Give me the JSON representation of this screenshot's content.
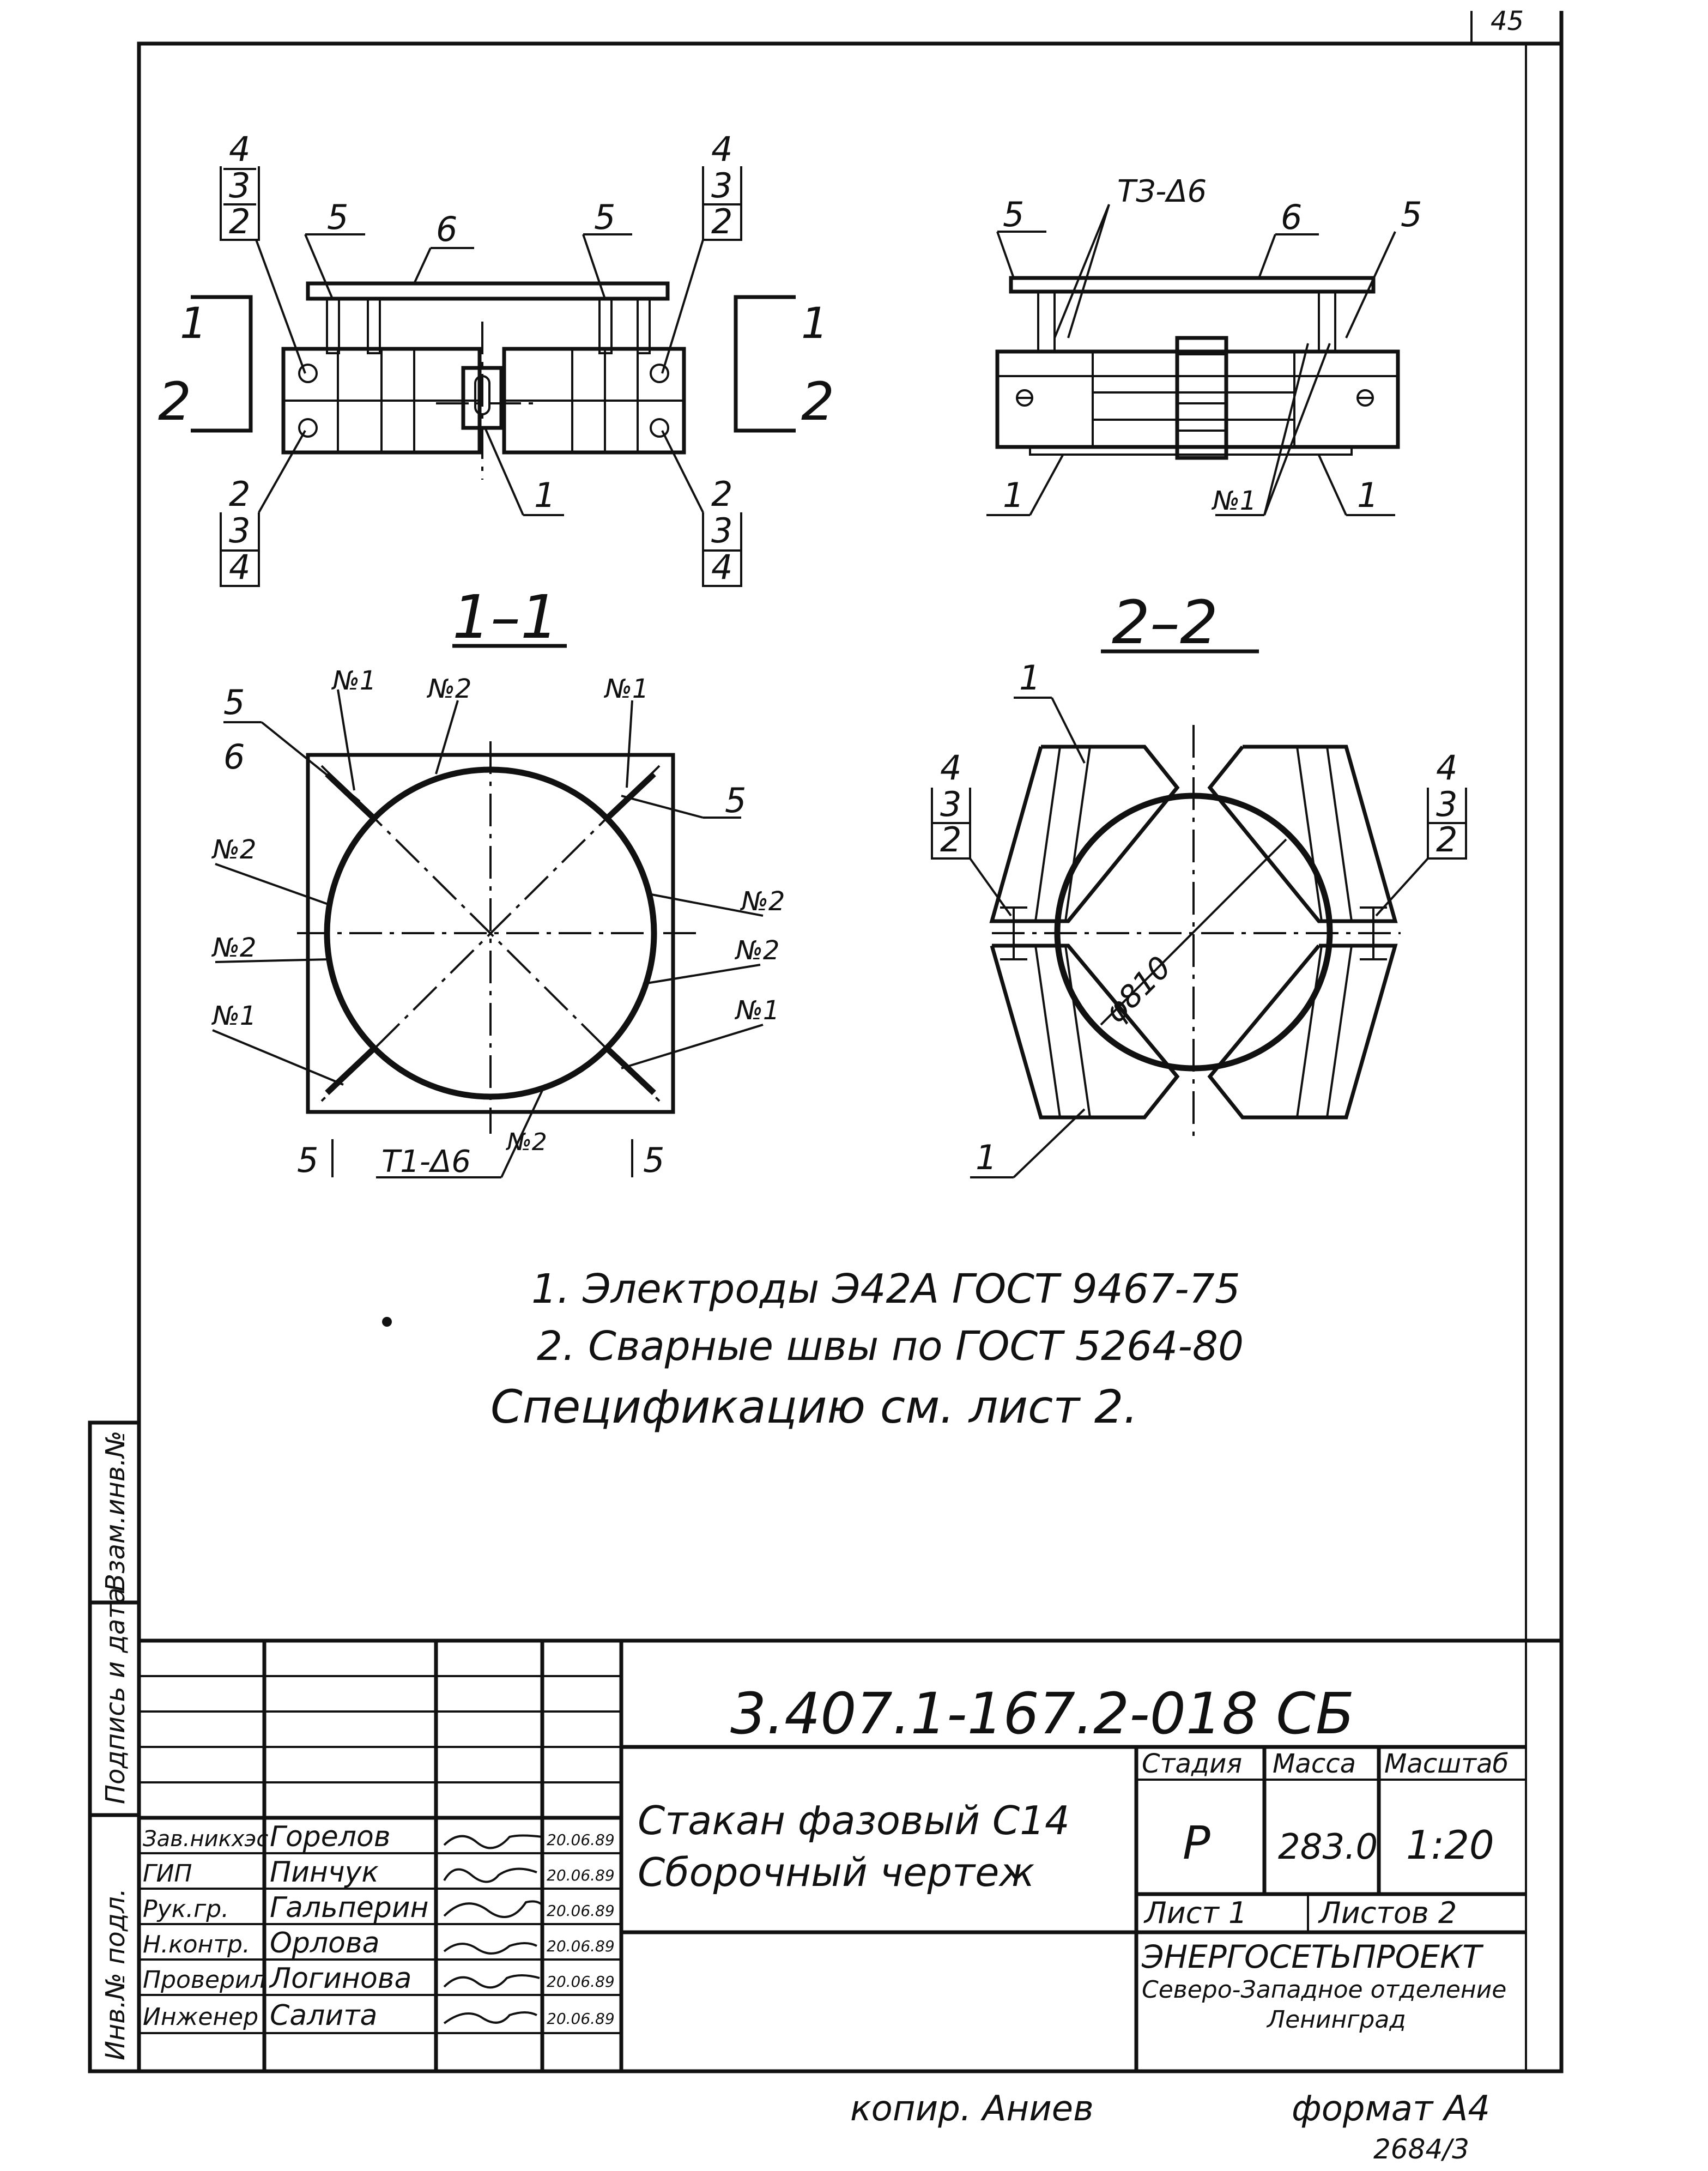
{
  "sheet": {
    "page_number": "45",
    "format": "формат А4",
    "copier": "копир. Аниев",
    "stamp_number": "2684/3"
  },
  "views": {
    "plan_left": {
      "callouts": [
        "4",
        "3",
        "2",
        "5",
        "6",
        "5",
        "4",
        "3",
        "2",
        "1",
        "2",
        "3",
        "4",
        "2",
        "3",
        "4"
      ],
      "section_marks": [
        "1",
        "2",
        "1",
        "2"
      ]
    },
    "plan_right": {
      "callouts": [
        "5",
        "ТЗ-Δ6",
        "6",
        "5",
        "1",
        "№1",
        "1"
      ]
    },
    "section_1_1": {
      "title": "1–1",
      "callouts": [
        "5",
        "№1",
        "№2",
        "№1",
        "6",
        "5",
        "№2",
        "№2",
        "№2",
        "№2",
        "№1",
        "№1",
        "5",
        "Т1-Δ6",
        "№2",
        "5"
      ]
    },
    "section_2_2": {
      "title": "2–2",
      "callouts": [
        "1",
        "4",
        "3",
        "2",
        "4",
        "3",
        "2",
        "1"
      ],
      "diameter": "φ810"
    }
  },
  "notes": [
    "1. Электроды Э42А ГОСТ 9467-75",
    "2. Сварные швы по ГОСТ 5264-80"
  ],
  "spec_ref": "Спецификацию см. лист 2.",
  "side_stamp": {
    "cells": [
      "Инв.№ подл.",
      "Подпись и дата",
      "Взам.инв.№"
    ]
  },
  "title_block": {
    "designation": "3.407.1-167.2-018 СБ",
    "name_line1": "Стакан фазовый С14",
    "name_line2": "Сборочный чертеж",
    "headers": {
      "stage": "Стадия",
      "mass": "Масса",
      "scale": "Масштаб"
    },
    "values": {
      "stage": "Р",
      "mass": "283.0",
      "scale": "1:20"
    },
    "sheet": "Лист 1",
    "sheets": "Листов 2",
    "org1": "ЭНЕРГОСЕТЬПРОЕКТ",
    "org2": "Северо-Западное отделение",
    "org3": "Ленинград",
    "people": [
      {
        "role": "Зав.никхэс",
        "name": "Горелов",
        "date": "20.06.89"
      },
      {
        "role": "ГИП",
        "name": "Пинчук",
        "date": "20.06.89"
      },
      {
        "role": "Рук.гр.",
        "name": "Гальперин",
        "date": "20.06.89"
      },
      {
        "role": "Н.контр.",
        "name": "Орлова",
        "date": "20.06.89"
      },
      {
        "role": "Проверил",
        "name": "Логинова",
        "date": "20.06.89"
      },
      {
        "role": "Инженер",
        "name": "Салита",
        "date": "20.06.89"
      }
    ]
  }
}
